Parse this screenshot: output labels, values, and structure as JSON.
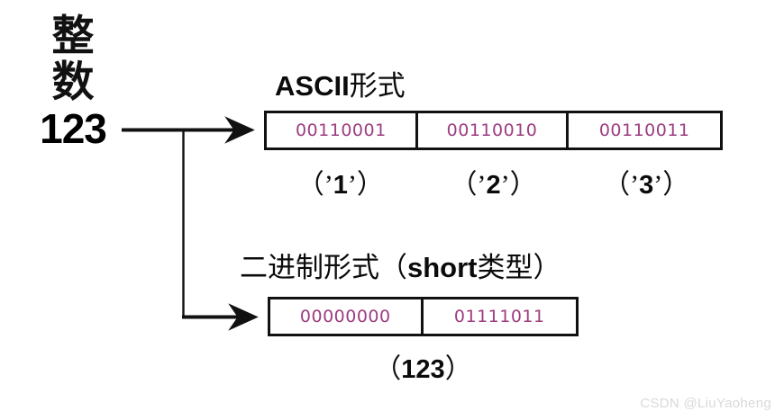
{
  "diagram": {
    "title": "Integer 123 stored as ASCII text vs binary short",
    "background_color": "#ffffff",
    "line_color": "#111111",
    "binary_digit_color": "#9d3d80",
    "text_color": "#0b0b0b"
  },
  "source": {
    "cjk_line1": "整",
    "cjk_line2": "数",
    "value": "123"
  },
  "ascii_section": {
    "heading_latin": "ASCII",
    "heading_cjk": "形式",
    "cells": [
      {
        "bits": "00110001",
        "caption_open": "（’",
        "caption_char": "1",
        "caption_close": "’）"
      },
      {
        "bits": "00110010",
        "caption_open": "（’",
        "caption_char": "2",
        "caption_close": "’）"
      },
      {
        "bits": "00110011",
        "caption_open": "（’",
        "caption_char": "3",
        "caption_close": "’）"
      }
    ]
  },
  "binary_section": {
    "heading_cjk_prefix": "二进制形式（",
    "heading_latin": "short",
    "heading_cjk_suffix": "类型）",
    "cells": [
      {
        "bits": "00000000"
      },
      {
        "bits": "01111011"
      }
    ],
    "caption_open": "（",
    "caption_value": "123",
    "caption_close": "）"
  },
  "watermark": {
    "text": "CSDN @LiuYaoheng"
  }
}
